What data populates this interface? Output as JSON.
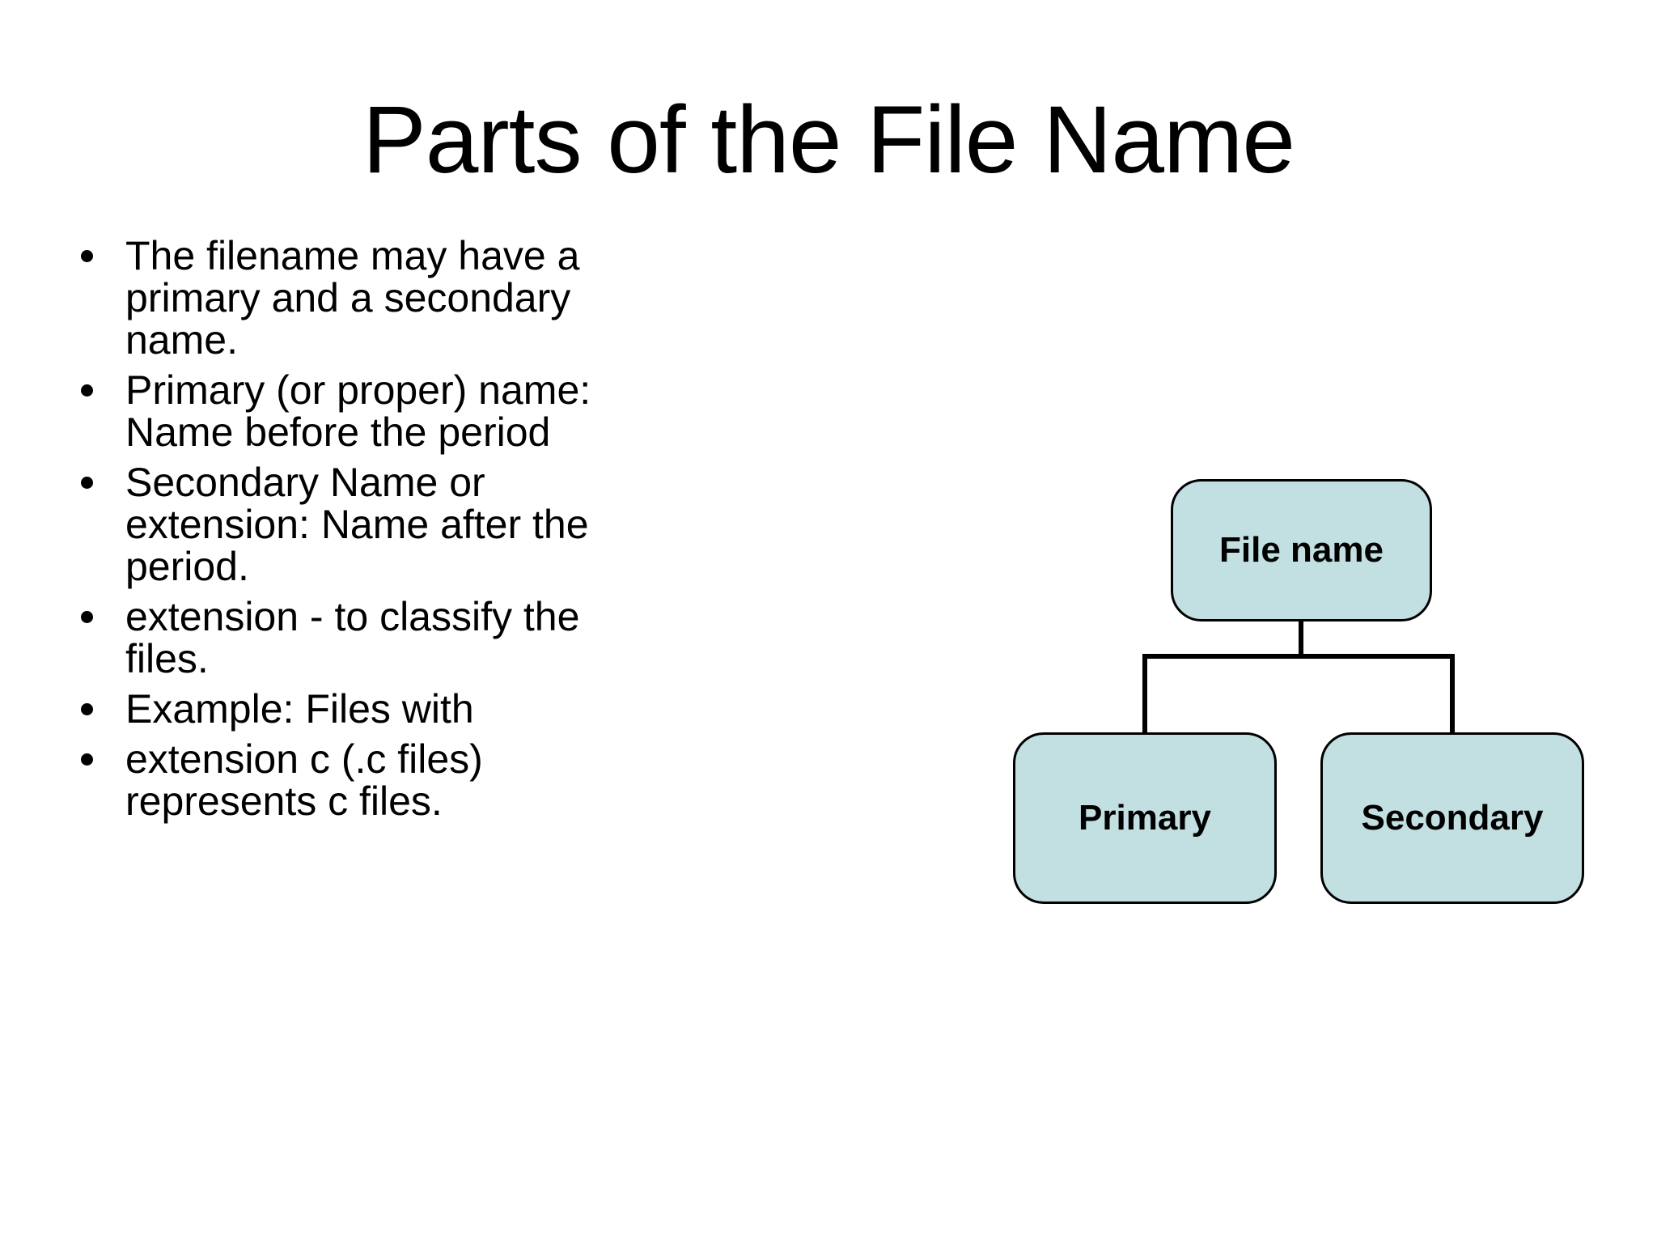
{
  "slide": {
    "title": "Parts of the File Name",
    "bullets": [
      {
        "lines": [
          "The filename may have a",
          "primary and a secondary",
          "name."
        ]
      },
      {
        "lines": [
          "Primary (or proper) name:",
          "Name before the period"
        ]
      },
      {
        "lines": [
          "Secondary Name or",
          "extension: Name after the",
          "period."
        ]
      },
      {
        "lines": [
          "extension - to classify the",
          "files."
        ]
      },
      {
        "lines": [
          "Example: Files with"
        ]
      },
      {
        "lines": [
          "extension c (.c files)",
          "represents c files."
        ]
      }
    ]
  },
  "diagram": {
    "root": {
      "label": "File name"
    },
    "children": [
      {
        "label": "Primary"
      },
      {
        "label": "Secondary"
      }
    ],
    "box_fill_color": "#c2dfe2",
    "box_border_color": "#000000",
    "connector_color": "#000000"
  },
  "colors": {
    "background": "#ffffff",
    "text": "#000000"
  }
}
